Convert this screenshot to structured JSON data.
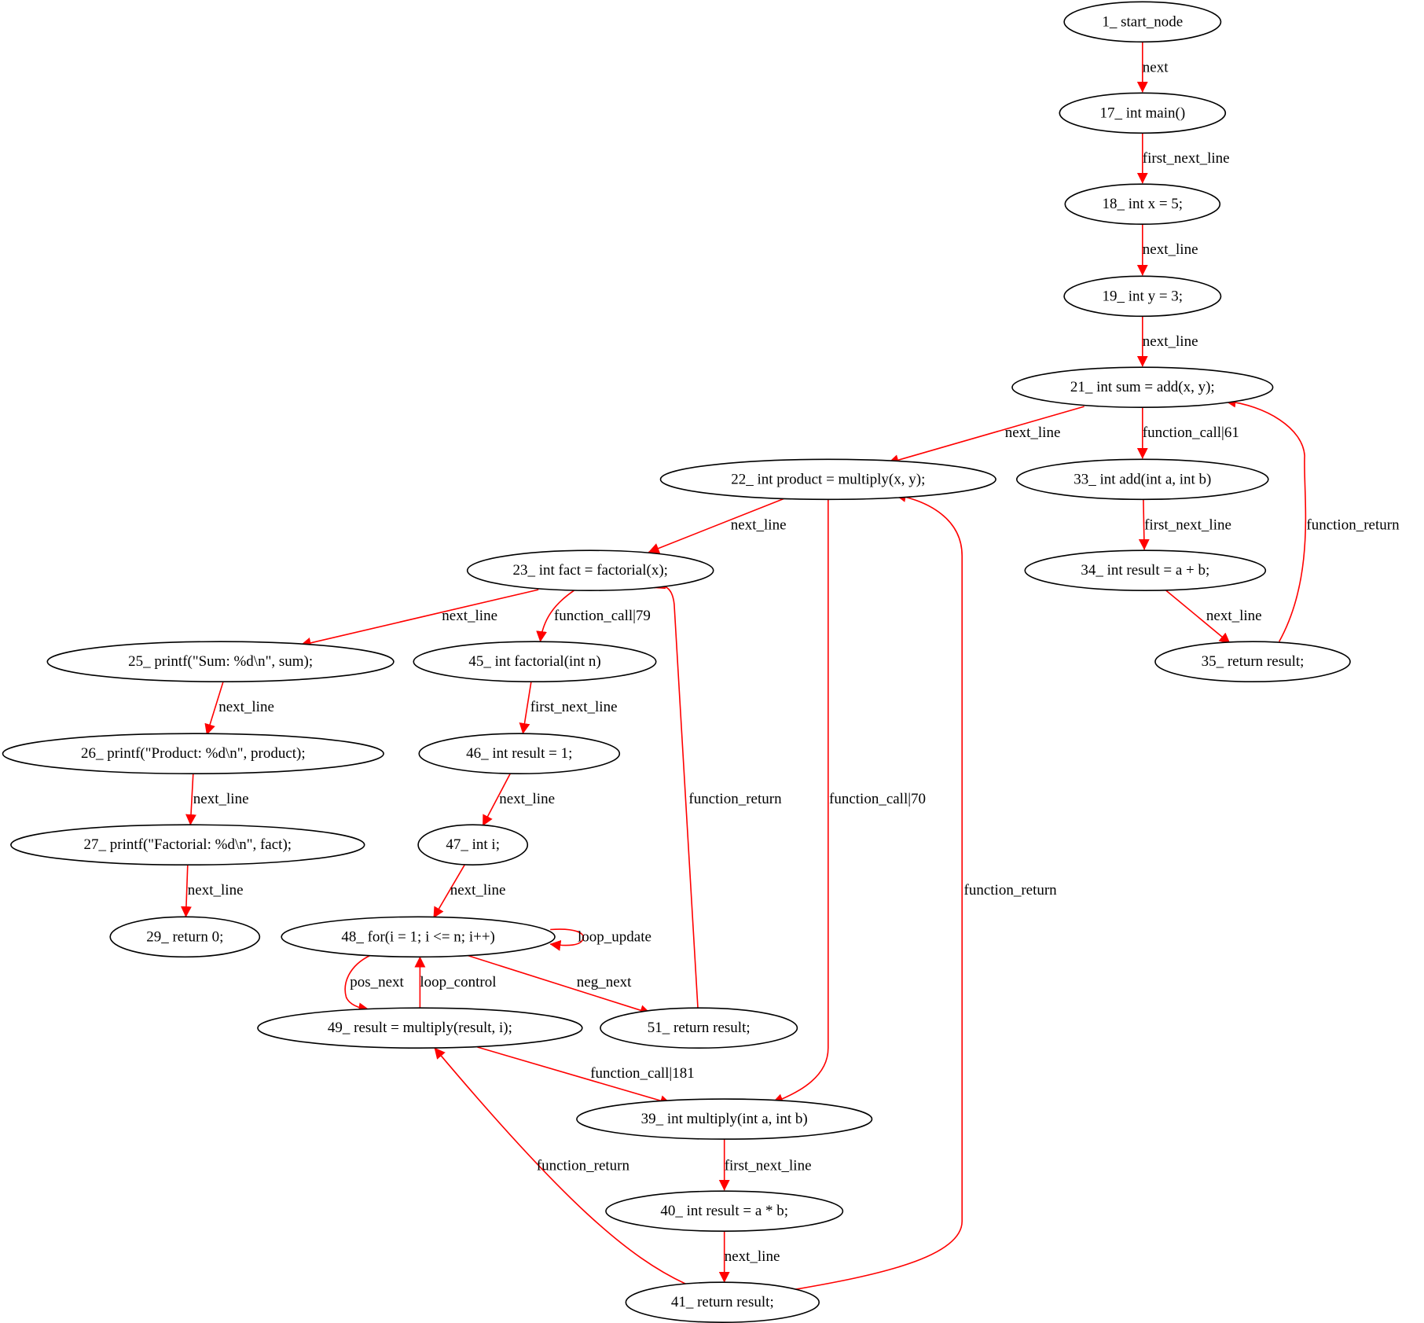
{
  "colors": {
    "edge": "#ff0000",
    "node_stroke": "#000000",
    "background": "#ffffff"
  },
  "nodes": [
    {
      "id": "n1",
      "label": "1_ start_node"
    },
    {
      "id": "n17",
      "label": "17_  int main()"
    },
    {
      "id": "n18",
      "label": "18_ int x = 5;"
    },
    {
      "id": "n19",
      "label": "19_ int y = 3;"
    },
    {
      "id": "n21",
      "label": "21_ int sum = add(x, y);"
    },
    {
      "id": "n22",
      "label": "22_ int product = multiply(x, y);"
    },
    {
      "id": "n33",
      "label": "33_  int add(int a, int b)"
    },
    {
      "id": "n23",
      "label": "23_ int fact = factorial(x);"
    },
    {
      "id": "n34",
      "label": "34_ int result = a + b;"
    },
    {
      "id": "n25",
      "label": "25_ printf(\"Sum: %d\\n\", sum);"
    },
    {
      "id": "n45",
      "label": "45_  int factorial(int n)"
    },
    {
      "id": "n35",
      "label": "35_ return result;"
    },
    {
      "id": "n26",
      "label": "26_ printf(\"Product: %d\\n\", product);"
    },
    {
      "id": "n46",
      "label": "46_ int result = 1;"
    },
    {
      "id": "n27",
      "label": "27_ printf(\"Factorial: %d\\n\", fact);"
    },
    {
      "id": "n47",
      "label": "47_ int i;"
    },
    {
      "id": "n29",
      "label": "29_ return 0;"
    },
    {
      "id": "n48",
      "label": "48_ for(i = 1; i <= n; i++)"
    },
    {
      "id": "n49",
      "label": "49_ result = multiply(result, i);"
    },
    {
      "id": "n51",
      "label": "51_ return result;"
    },
    {
      "id": "n39",
      "label": "39_  int multiply(int a, int b)"
    },
    {
      "id": "n40",
      "label": "40_ int result = a * b;"
    },
    {
      "id": "n41",
      "label": "41_ return result;"
    }
  ],
  "edges": [
    {
      "id": "e1",
      "from": "n1",
      "to": "n17",
      "label": "next"
    },
    {
      "id": "e2",
      "from": "n17",
      "to": "n18",
      "label": "first_next_line"
    },
    {
      "id": "e3",
      "from": "n18",
      "to": "n19",
      "label": "next_line"
    },
    {
      "id": "e4",
      "from": "n19",
      "to": "n21",
      "label": "next_line"
    },
    {
      "id": "e5",
      "from": "n21",
      "to": "n22",
      "label": "next_line"
    },
    {
      "id": "e6",
      "from": "n21",
      "to": "n33",
      "label": "function_call|61"
    },
    {
      "id": "e7",
      "from": "n35",
      "to": "n21",
      "label": "function_return"
    },
    {
      "id": "e8",
      "from": "n33",
      "to": "n34",
      "label": "first_next_line"
    },
    {
      "id": "e9",
      "from": "n34",
      "to": "n35",
      "label": "next_line"
    },
    {
      "id": "e10",
      "from": "n22",
      "to": "n23",
      "label": "next_line"
    },
    {
      "id": "e11",
      "from": "n22",
      "to": "n39",
      "label": "function_call|70"
    },
    {
      "id": "e12",
      "from": "n41",
      "to": "n22",
      "label": "function_return"
    },
    {
      "id": "e13",
      "from": "n23",
      "to": "n25",
      "label": "next_line"
    },
    {
      "id": "e14",
      "from": "n23",
      "to": "n45",
      "label": "function_call|79"
    },
    {
      "id": "e15",
      "from": "n51",
      "to": "n23",
      "label": "function_return"
    },
    {
      "id": "e16",
      "from": "n25",
      "to": "n26",
      "label": "next_line"
    },
    {
      "id": "e17",
      "from": "n26",
      "to": "n27",
      "label": "next_line"
    },
    {
      "id": "e18",
      "from": "n27",
      "to": "n29",
      "label": "next_line"
    },
    {
      "id": "e19",
      "from": "n45",
      "to": "n46",
      "label": "first_next_line"
    },
    {
      "id": "e20",
      "from": "n46",
      "to": "n47",
      "label": "next_line"
    },
    {
      "id": "e21",
      "from": "n47",
      "to": "n48",
      "label": "next_line"
    },
    {
      "id": "e22",
      "from": "n48",
      "to": "n48",
      "label": "loop_update"
    },
    {
      "id": "e23",
      "from": "n48",
      "to": "n49",
      "label": "pos_next"
    },
    {
      "id": "e24",
      "from": "n49",
      "to": "n48",
      "label": "loop_control"
    },
    {
      "id": "e25",
      "from": "n48",
      "to": "n51",
      "label": "neg_next"
    },
    {
      "id": "e26",
      "from": "n49",
      "to": "n39",
      "label": "function_call|181"
    },
    {
      "id": "e27",
      "from": "n41",
      "to": "n49",
      "label": "function_return"
    },
    {
      "id": "e28",
      "from": "n39",
      "to": "n40",
      "label": "first_next_line"
    },
    {
      "id": "e29",
      "from": "n40",
      "to": "n41",
      "label": "next_line"
    }
  ]
}
